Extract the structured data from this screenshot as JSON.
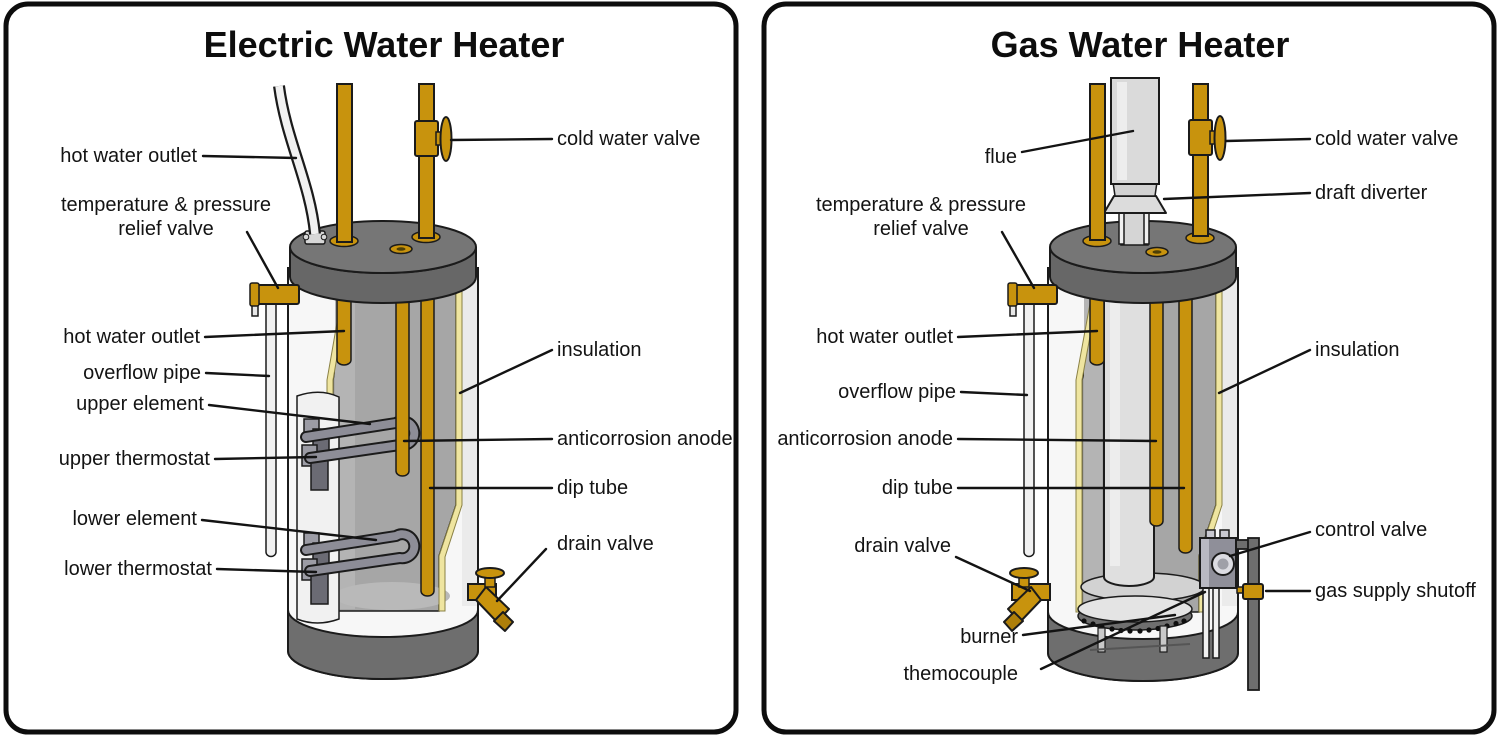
{
  "electric": {
    "title": "Electric Water Heater",
    "labels": {
      "hot_water_outlet_top": "hot water outlet",
      "tp_line1": "temperature & pressure",
      "tp_line2": "relief valve",
      "hot_water_outlet": "hot water outlet",
      "overflow_pipe": "overflow pipe",
      "upper_element": "upper element",
      "upper_thermostat": "upper thermostat",
      "lower_element": "lower element",
      "lower_thermostat": "lower thermostat",
      "cold_water_valve": "cold water valve",
      "insulation": "insulation",
      "anticorrosion_anode": "anticorrosion anode",
      "dip_tube": "dip tube",
      "drain_valve": "drain valve"
    }
  },
  "gas": {
    "title": "Gas Water Heater",
    "labels": {
      "flue": "flue",
      "tp_line1": "temperature & pressure",
      "tp_line2": "relief valve",
      "hot_water_outlet": "hot water outlet",
      "overflow_pipe": "overflow pipe",
      "anticorrosion_anode": "anticorrosion anode",
      "dip_tube": "dip tube",
      "drain_valve": "drain valve",
      "burner": "burner",
      "themocouple": "themocouple",
      "cold_water_valve": "cold water valve",
      "draft_diverter": "draft diverter",
      "insulation": "insulation",
      "control_valve": "control valve",
      "gas_supply_shutoff": "gas supply shutoff"
    }
  },
  "colors": {
    "brass_gold": "#C8930D",
    "tank_cap_gray": "#6E6E6E",
    "interior_gray": "#A6A6A6",
    "insulation_yellow": "#EFE5A0",
    "flue_gray": "#DADADA",
    "outline_black": "#1B1B1B",
    "background": "#FFFFFF"
  }
}
